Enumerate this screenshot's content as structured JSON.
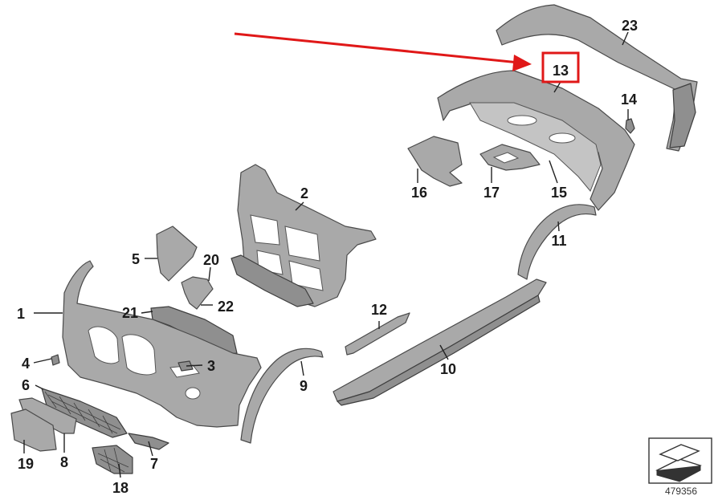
{
  "diagram": {
    "callouts": [
      "1",
      "2",
      "3",
      "4",
      "5",
      "6",
      "7",
      "8",
      "9",
      "10",
      "11",
      "12",
      "13",
      "14",
      "15",
      "16",
      "17",
      "18",
      "19",
      "20",
      "21",
      "22",
      "23"
    ],
    "highlighted_callout": "13",
    "reference_number": "479356",
    "colors": {
      "highlight": "#e01818",
      "part_fill": "#a9a9a9",
      "outline": "#4a4a4a"
    }
  }
}
